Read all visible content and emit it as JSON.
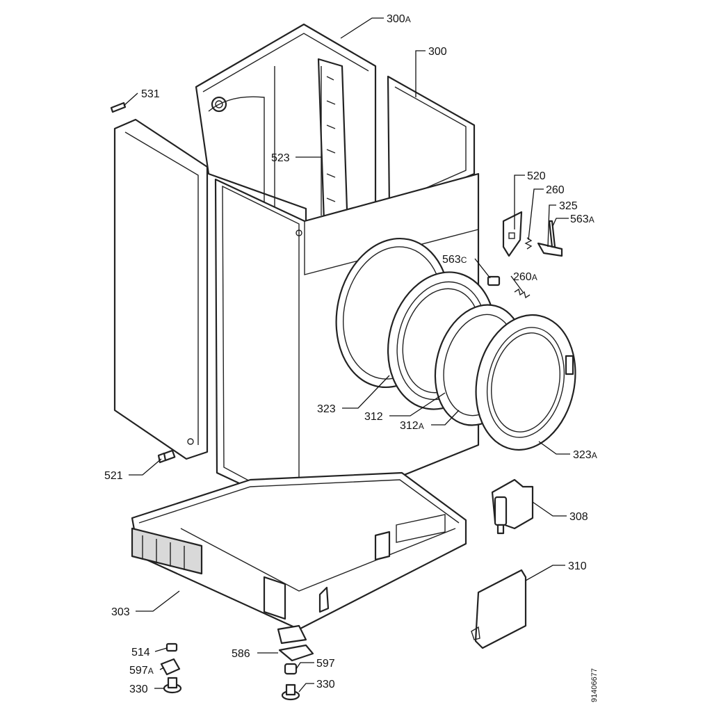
{
  "diagram": {
    "reference": "91406677",
    "labels": [
      {
        "id": "300A",
        "num": "300",
        "suffix": "A"
      },
      {
        "id": "300",
        "num": "300",
        "suffix": ""
      },
      {
        "id": "531",
        "num": "531",
        "suffix": ""
      },
      {
        "id": "523",
        "num": "523",
        "suffix": ""
      },
      {
        "id": "520",
        "num": "520",
        "suffix": ""
      },
      {
        "id": "260",
        "num": "260",
        "suffix": ""
      },
      {
        "id": "325",
        "num": "325",
        "suffix": ""
      },
      {
        "id": "563A",
        "num": "563",
        "suffix": "A"
      },
      {
        "id": "563C",
        "num": "563",
        "suffix": "C"
      },
      {
        "id": "260A",
        "num": "260",
        "suffix": "A"
      },
      {
        "id": "323",
        "num": "323",
        "suffix": ""
      },
      {
        "id": "312",
        "num": "312",
        "suffix": ""
      },
      {
        "id": "312A",
        "num": "312",
        "suffix": "A"
      },
      {
        "id": "323A",
        "num": "323",
        "suffix": "A"
      },
      {
        "id": "521",
        "num": "521",
        "suffix": ""
      },
      {
        "id": "308",
        "num": "308",
        "suffix": ""
      },
      {
        "id": "310",
        "num": "310",
        "suffix": ""
      },
      {
        "id": "303",
        "num": "303",
        "suffix": ""
      },
      {
        "id": "514",
        "num": "514",
        "suffix": ""
      },
      {
        "id": "597A",
        "num": "597",
        "suffix": "A"
      },
      {
        "id": "330L",
        "num": "330",
        "suffix": ""
      },
      {
        "id": "586",
        "num": "586",
        "suffix": ""
      },
      {
        "id": "597",
        "num": "597",
        "suffix": ""
      },
      {
        "id": "330R",
        "num": "330",
        "suffix": ""
      }
    ]
  }
}
